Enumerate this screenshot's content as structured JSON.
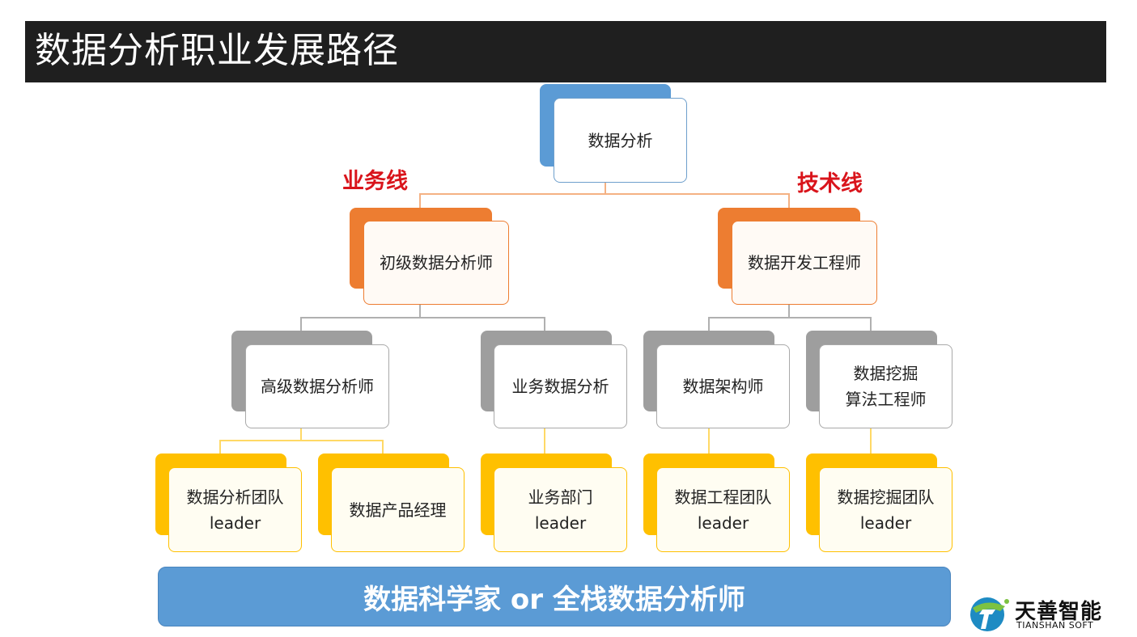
{
  "title": "数据分析职业发展路径",
  "labels": {
    "business": "业务线",
    "tech": "技术线"
  },
  "nodes": {
    "root": {
      "line1": "数据分析"
    },
    "junior_analyst": {
      "line1": "初级数据分析师"
    },
    "data_dev": {
      "line1": "数据开发工程师"
    },
    "senior_analyst": {
      "line1": "高级数据分析师"
    },
    "business_analyst": {
      "line1": "业务数据分析"
    },
    "data_architect": {
      "line1": "数据架构师"
    },
    "mining_engineer": {
      "line1": "数据挖掘",
      "line2": "算法工程师"
    },
    "analysis_lead": {
      "line1": "数据分析团队",
      "line2": "leader"
    },
    "product_manager": {
      "line1": "数据产品经理"
    },
    "business_lead": {
      "line1": "业务部门",
      "line2": "leader"
    },
    "engineering_lead": {
      "line1": "数据工程团队",
      "line2": "leader"
    },
    "mining_lead": {
      "line1": "数据挖掘团队",
      "line2": "leader"
    }
  },
  "bottom_bar": "数据科学家 or 全栈数据分析师",
  "logo": {
    "name_cn": "天善智能",
    "name_en": "TIANSHAN SOFT"
  },
  "colors": {
    "blue": "#5b9bd5",
    "orange": "#ed7d31",
    "gray": "#9e9e9e",
    "yellow": "#ffc000",
    "red_label": "#d9141b"
  }
}
